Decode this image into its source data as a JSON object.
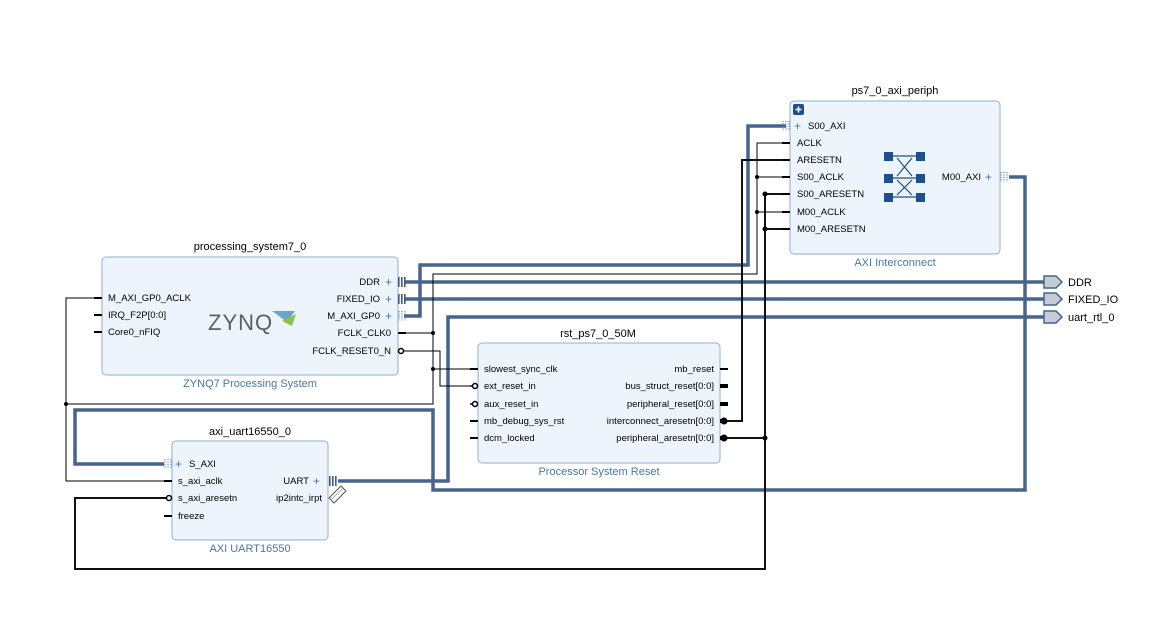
{
  "colors": {
    "block_fill": "#eef4fb",
    "block_border": "#8fb0cf",
    "block_type_text": "#4a77a8",
    "bus_wire": "#46648e",
    "signal_wire": "#000000",
    "external_port_fill": "#c4ccd6"
  },
  "blocks": {
    "ps7": {
      "name": "processing_system7_0",
      "type": "ZYNQ7 Processing System",
      "logo": "ZYNQ",
      "ports_left": [
        "M_AXI_GP0_ACLK",
        "IRQ_F2P[0:0]",
        "Core0_nFIQ"
      ],
      "ports_right": [
        "DDR",
        "FIXED_IO",
        "M_AXI_GP0",
        "FCLK_CLK0",
        "FCLK_RESET0_N"
      ]
    },
    "axi_periph": {
      "name": "ps7_0_axi_periph",
      "type": "AXI Interconnect",
      "ports_left": [
        "S00_AXI",
        "ACLK",
        "ARESETN",
        "S00_ACLK",
        "S00_ARESETN",
        "M00_ACLK",
        "M00_ARESETN"
      ],
      "ports_right": [
        "M00_AXI"
      ],
      "expand_icon": "plus-box-icon",
      "crossbar_icon": "crossbar-icon"
    },
    "rst": {
      "name": "rst_ps7_0_50M",
      "type": "Processor System Reset",
      "ports_left": [
        "slowest_sync_clk",
        "ext_reset_in",
        "aux_reset_in",
        "mb_debug_sys_rst",
        "dcm_locked"
      ],
      "ports_right": [
        "mb_reset",
        "bus_struct_reset[0:0]",
        "peripheral_reset[0:0]",
        "interconnect_aresetn[0:0]",
        "peripheral_aresetn[0:0]"
      ]
    },
    "uart": {
      "name": "axi_uart16550_0",
      "type": "AXI UART16550",
      "ports_left": [
        "S_AXI",
        "s_axi_aclk",
        "s_axi_aresetn",
        "freeze"
      ],
      "ports_right": [
        "UART",
        "ip2intc_irpt"
      ]
    }
  },
  "external_ports": [
    "DDR",
    "FIXED_IO",
    "uart_rtl_0"
  ]
}
